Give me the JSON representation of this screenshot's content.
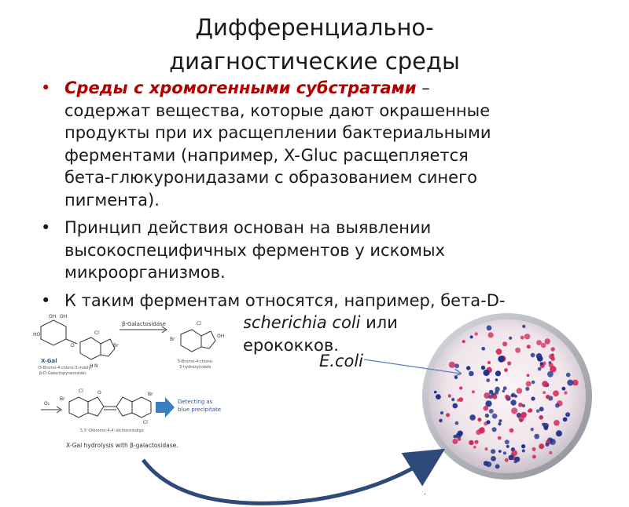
{
  "slide": {
    "title_line1": "Дифференциально-",
    "title_line2": "диагностические среды",
    "bullet1": {
      "lead": "Среды с хромогенными субстратами",
      "line1_rest": " –",
      "line2": "содержат вещества, которые дают окрашенные",
      "line3": "продукты при их расщеплении бактериальными",
      "line4": "ферментами (например, X-Gluc расщепляется",
      "line5": "бета-глюкуронидазами с образованием синего",
      "line6": "пигмента)."
    },
    "bullet2": {
      "line1": "Принцип действия основан на выявлении",
      "line2": "высокоспецифичных ферментов у искомых",
      "line3": "микроорганизмов."
    },
    "bullet3": {
      "line1": "К таким ферментам относятся, например, бета-D-",
      "line2_italic": "scherichia coli",
      "line2_rest": " или",
      "line3": "ерококков."
    },
    "ecoli_label": "E.coli"
  },
  "scheme": {
    "enzyme": "β-Galactosidase",
    "xgal_name": "X-Gal",
    "xgal_desc1": "(5-Bromo-4-chloro-3-indolyl",
    "xgal_desc2": "β-D-Galactopyranoside)",
    "product_desc1": "5-Bromo-4-chloro-",
    "product_desc2": "3-hydroxyindole",
    "oxidant": "O₂",
    "dimer_desc": "5,5'-Dibromo-4,4'-dichloroindigo",
    "detect_line1": "Detecting as",
    "detect_line2": "blue precipitate",
    "caption": "X-Gal hydrolysis with β-galactosidase.",
    "atom_oh": "OH",
    "atom_ho": "HO",
    "atom_o": "O",
    "atom_cl": "Cl",
    "atom_br": "Br",
    "atom_h": "H",
    "atom_n": "N"
  },
  "tiny_mark": "."
}
